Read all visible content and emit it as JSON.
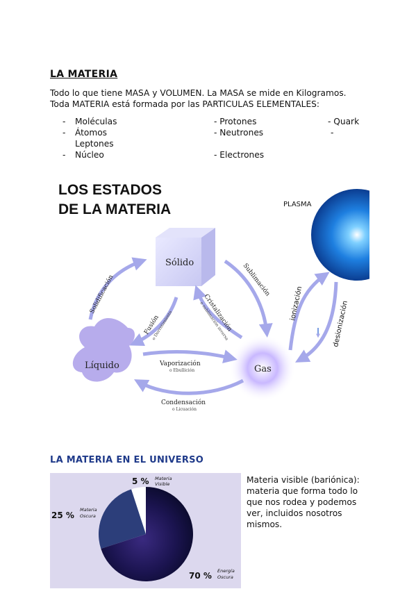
{
  "section1": {
    "title": "LA MATERIA",
    "line1": "Todo lo que tiene MASA y VOLUMEN. La MASA se mide en Kilogramos.",
    "line2": "Toda MATERIA está formada por las PARTICULAS ELEMENTALES:",
    "list": {
      "col1": [
        "Moléculas",
        "Átomos",
        "Leptones",
        "Núcleo"
      ],
      "col2": [
        "- Protones",
        "- Neutrones",
        "- Electrones"
      ],
      "col3": [
        "- Quark",
        "-"
      ]
    }
  },
  "diagram": {
    "title_line1": "LOS ESTADOS",
    "title_line2": "DE LA MATERIA",
    "solid": "Sólido",
    "liquid": "Líquido",
    "gas": "Gas",
    "plasma": "PLASMA",
    "solidificacion": "Solidificación",
    "sublimacion": "Sublimación",
    "fusion": "Fusión",
    "fusion_sub": "o Derretimiento",
    "cristalizacion": "Cristalización",
    "cristalizacion_sub": "o sublimación inversa",
    "vaporizacion": "Vaporización",
    "vaporizacion_sub": "o Ebullición",
    "condensacion": "Condensación",
    "condensacion_sub": "o Licuación",
    "ionizacion": "ionización",
    "desionizacion": "desionización",
    "colors": {
      "arrow": "#a5a8ea",
      "title": "#111111",
      "plasma": "#1e7fe0"
    }
  },
  "section2": {
    "title": "LA MATERIA EN EL UNIVERSO",
    "description": "Materia visible (bariónica): materia que forma todo lo que nos rodea y podemos ver, incluidos nosotros mismos."
  },
  "chart_data": {
    "type": "pie",
    "slices": [
      {
        "label_pct": "5 %",
        "label": "Materia",
        "label2": "Visible",
        "value": 5
      },
      {
        "label_pct": "25 %",
        "label": "Materia",
        "label2": "Oscura",
        "value": 25
      },
      {
        "label_pct": "70 %",
        "label": "Energía",
        "label2": "Oscura",
        "value": 70
      }
    ]
  }
}
